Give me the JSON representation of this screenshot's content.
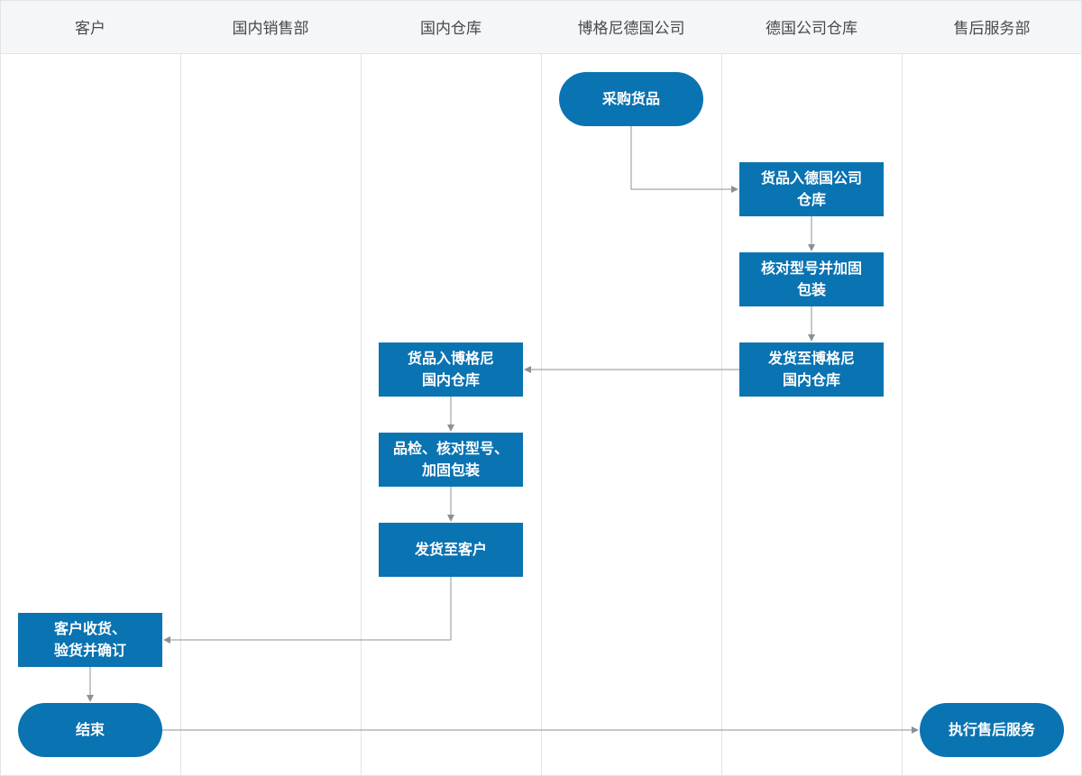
{
  "lanes": [
    {
      "label": "客户"
    },
    {
      "label": "国内销售部"
    },
    {
      "label": "国内仓库"
    },
    {
      "label": "博格尼德国公司"
    },
    {
      "label": "德国公司仓库"
    },
    {
      "label": "售后服务部"
    }
  ],
  "nodes": {
    "purchase": "采购货品",
    "de_inbound": "货品入德国公司\n仓库",
    "de_check": "核对型号并加固\n包装",
    "de_ship": "发货至博格尼\n国内仓库",
    "cn_inbound": "货品入博格尼\n国内仓库",
    "cn_check": "品检、核对型号、\n加固包装",
    "cn_ship": "发货至客户",
    "customer_receive": "客户收货、\n验货并确订",
    "end": "结束",
    "after_sales": "执行售后服务"
  },
  "colors": {
    "node_fill": "#0a73b2",
    "node_text": "#ffffff",
    "connector": "#8c9196",
    "header_bg": "#f5f6f7",
    "lane_line": "#e2e4e6"
  }
}
